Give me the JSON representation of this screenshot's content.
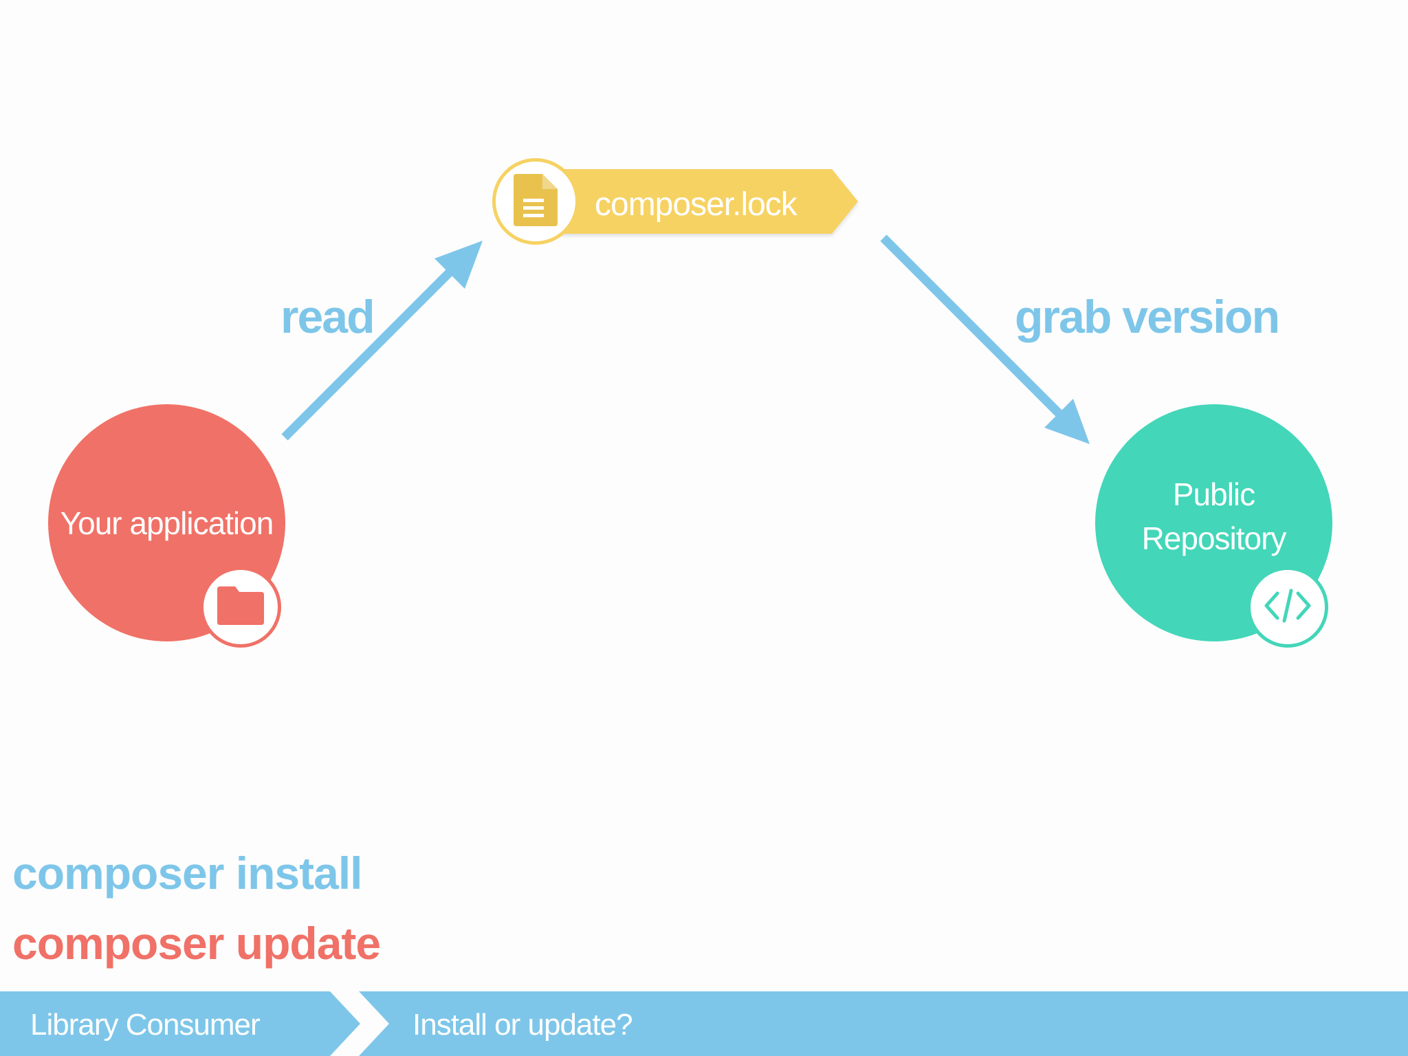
{
  "colors": {
    "blue": "#7ec6e9",
    "red": "#f07167",
    "teal": "#43d6b9",
    "yellow": "#f6d262",
    "yellow_dark": "#e9c24e"
  },
  "diagram": {
    "lock_file": {
      "label": "composer.lock",
      "icon": "document-icon"
    },
    "edge_read": {
      "label": "read"
    },
    "edge_grab": {
      "label": "grab version"
    },
    "app_node": {
      "label": "Your application",
      "icon": "folder-icon"
    },
    "repo_node": {
      "label_line1": "Public",
      "label_line2": "Repository",
      "icon": "code-icon"
    }
  },
  "commands": {
    "install": "composer install",
    "update": "composer update"
  },
  "footer": {
    "section": "Library Consumer",
    "topic": "Install or update?"
  }
}
